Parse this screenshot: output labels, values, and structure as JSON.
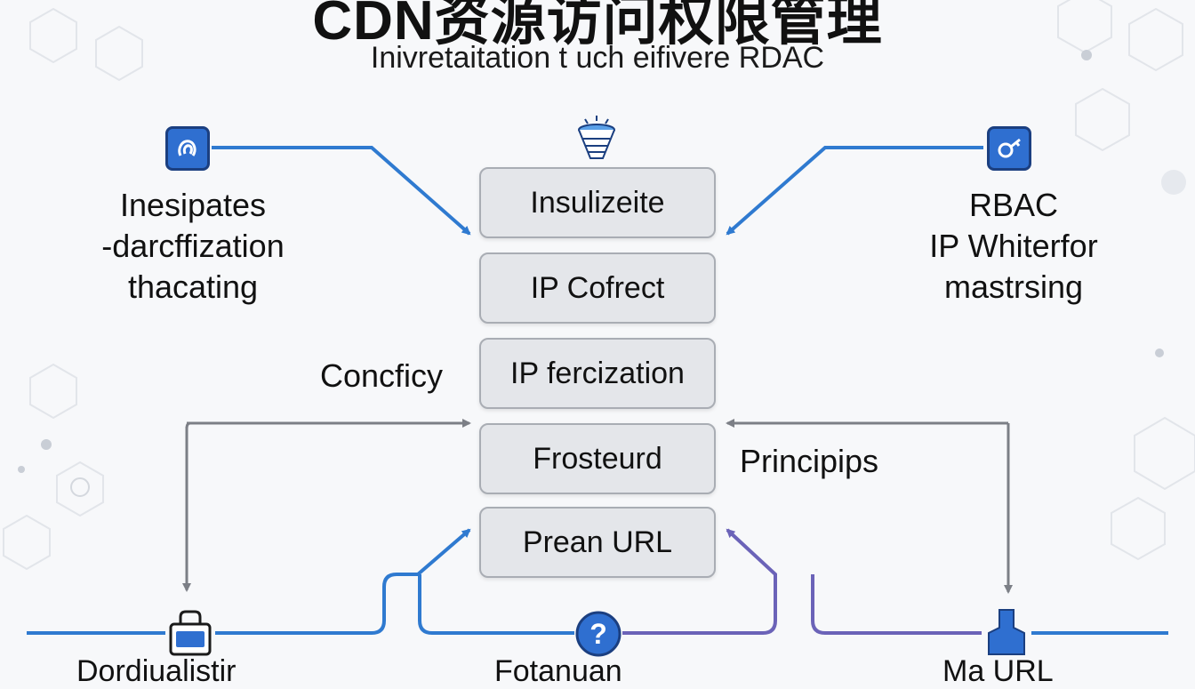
{
  "header": {
    "title": "CDN资源访问权限管理",
    "subtitle": "Inivretaitation t uch eifivere RDAC"
  },
  "stack": [
    {
      "label": "Insulizeite"
    },
    {
      "label": "IP Cofrect"
    },
    {
      "label": "IP fercization"
    },
    {
      "label": "Frosteurd"
    },
    {
      "label": "Prean URL"
    }
  ],
  "left_block": {
    "text": "Inesipates\n-darcffization\nthacating"
  },
  "right_block": {
    "text": "RBAC\nIP Whiterfor\nmastrsing"
  },
  "side_labels": {
    "concficy": "Concficy",
    "principips": "Principips"
  },
  "bottom_labels": {
    "left": "Dordiualistir",
    "center": "Fotanuan",
    "right": "Ma URL"
  },
  "icons": {
    "top_left": "fingerprint-icon",
    "top_center": "funnel-icon",
    "top_right": "key-icon",
    "bottom_left": "lock-icon",
    "bottom_center": "question-icon",
    "bottom_right": "shield-icon"
  },
  "colors": {
    "blue_arrow": "#2f7ad0",
    "gray_arrow": "#7c7f86",
    "purple_arrow": "#6b63b8",
    "icon_blue": "#2f6fd0"
  }
}
